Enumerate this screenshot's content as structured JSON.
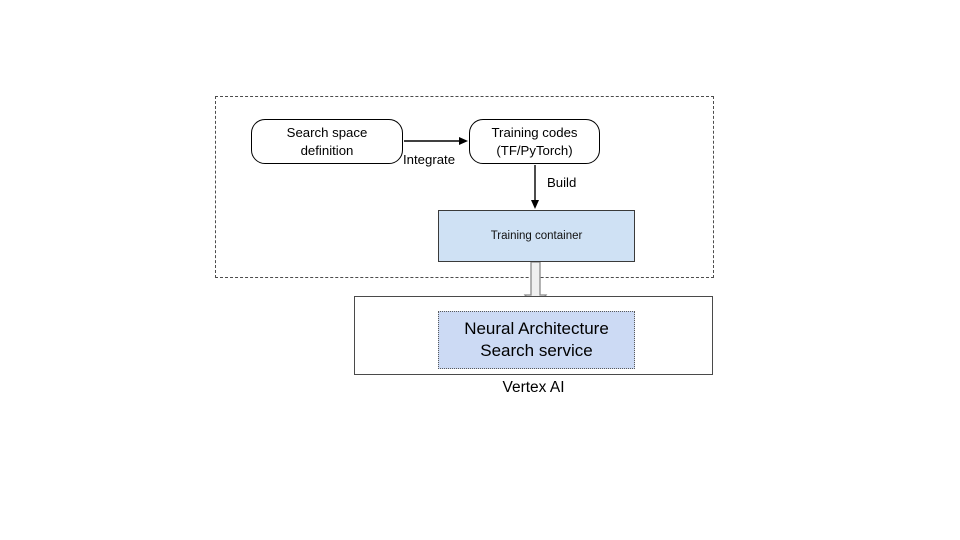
{
  "diagram": {
    "title_caption": "Vertex AI",
    "group": {
      "name": "dashed-user-scope",
      "border_style": "dashed"
    },
    "nodes": [
      {
        "id": "search-space",
        "lines": [
          "Search space",
          "definition"
        ],
        "shape": "rounded-rect",
        "fill": "#ffffff",
        "stroke": "#000000"
      },
      {
        "id": "training-codes",
        "lines": [
          "Training codes",
          "(TF/PyTorch)"
        ],
        "shape": "rounded-rect",
        "fill": "#ffffff",
        "stroke": "#000000"
      },
      {
        "id": "training-container",
        "lines": [
          "Training container"
        ],
        "shape": "rect",
        "fill": "#cfe1f4",
        "stroke": "#3a3a3a"
      },
      {
        "id": "vertex-ai",
        "lines": [],
        "shape": "rect",
        "fill": "#ffffff",
        "stroke": "#4a4a4a"
      },
      {
        "id": "nas-service",
        "lines": [
          "Neural Architecture",
          "Search service"
        ],
        "shape": "dotted-rect",
        "fill": "#ccdaf4",
        "stroke": "#5a5a5a"
      }
    ],
    "edges": [
      {
        "id": "integrate",
        "label": "Integrate",
        "from": "search-space",
        "to": "training-codes",
        "style": "thin-arrow"
      },
      {
        "id": "build",
        "label": "Build",
        "from": "training-codes",
        "to": "training-container",
        "style": "thin-arrow"
      },
      {
        "id": "deploy",
        "label": "",
        "from": "training-container",
        "to": "nas-service",
        "style": "block-arrow"
      }
    ],
    "colors": {
      "container_blue": "#cfe1f4",
      "service_blue": "#ccdaf4",
      "line_black": "#000000",
      "line_gray": "#4d4d4d",
      "block_arrow_fill": "#f0f0f0",
      "block_arrow_stroke": "#8a8a8a",
      "background": "#ffffff"
    }
  }
}
